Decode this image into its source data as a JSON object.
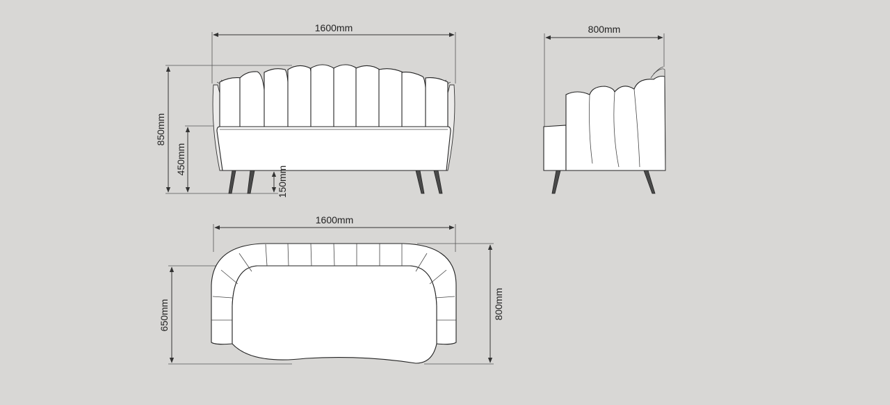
{
  "dimensions": {
    "front_width": "1600mm",
    "front_height": "850mm",
    "front_seat_height": "450mm",
    "front_leg_height": "150mm",
    "side_depth": "800mm",
    "top_width": "1600mm",
    "top_inner_depth": "650mm",
    "top_depth": "800mm"
  }
}
